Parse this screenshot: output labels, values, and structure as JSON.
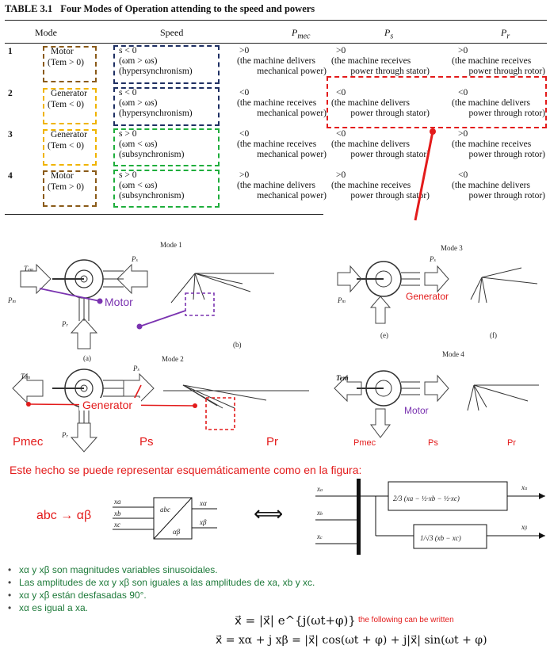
{
  "table": {
    "number": "TABLE 3.1",
    "title": "Four Modes of Operation attending to the speed and powers",
    "headers": {
      "mode": "Mode",
      "speed": "Speed",
      "pmec": "P",
      "pmec_sub": "mec",
      "ps": "P",
      "ps_sub": "s",
      "pr": "P",
      "pr_sub": "r"
    },
    "rows": [
      {
        "num": "1",
        "mode1": "Motor",
        "mode2": "(Tem > 0)",
        "sp1": "s < 0",
        "sp2": "(ωm > ωs)",
        "sp3": "(hypersynchronism)",
        "pm1": ">0",
        "pm2": "(the machine delivers",
        "pm3": "mechanical power)",
        "ps1": ">0",
        "ps2": "(the machine receives",
        "ps3": "power through stator)",
        "pr1": ">0",
        "pr2": "(the machine receives",
        "pr3": "power through rotor)"
      },
      {
        "num": "2",
        "mode1": "Generator",
        "mode2": "(Tem < 0)",
        "sp1": "s < 0",
        "sp2": "(ωm > ωs)",
        "sp3": "(hypersynchronism)",
        "pm1": "<0",
        "pm2": "(the machine receives",
        "pm3": "mechanical power)",
        "ps1": "<0",
        "ps2": "(the machine delivers",
        "ps3": "power through stator)",
        "pr1": "<0",
        "pr2": "(the machine delivers",
        "pr3": "power through rotor)"
      },
      {
        "num": "3",
        "mode1": "Generator",
        "mode2": "(Tem < 0)",
        "sp1": "s > 0",
        "sp2": "(ωm < ωs)",
        "sp3": "(subsynchronism)",
        "pm1": "<0",
        "pm2": "(the machine receives",
        "pm3": "mechanical power)",
        "ps1": "<0",
        "ps2": "(the machine delivers",
        "ps3": "power through stator)",
        "pr1": ">0",
        "pr2": "(the machine receives",
        "pr3": "power through rotor)"
      },
      {
        "num": "4",
        "mode1": "Motor",
        "mode2": "(Tem > 0)",
        "sp1": "s > 0",
        "sp2": "(ωm < ωs)",
        "sp3": "(subsynchronism)",
        "pm1": ">0",
        "pm2": "(the machine delivers",
        "pm3": "mechanical power)",
        "ps1": ">0",
        "ps2": "(the machine receives",
        "ps3": "power through stator)",
        "pr1": "<0",
        "pr2": "(the machine delivers",
        "pr3": "power through rotor)"
      }
    ]
  },
  "figures": {
    "mode1_title": "Mode 1",
    "mode2_title": "Mode 2",
    "mode3_title": "Mode 3",
    "mode4_title": "Mode 4",
    "label_a": "(a)",
    "label_b": "(b)",
    "label_e": "(e)",
    "label_f": "(f)",
    "motor": "Motor",
    "generator": "Generator",
    "tem": "Tem",
    "pmec": "Pmec",
    "ps": "Ps",
    "pr": "Pr",
    "red_color": "#e31b1b",
    "purple_color": "#7a33b0"
  },
  "bottom": {
    "heading": "Este hecho se puede representar esquemáticamente como en la figura:",
    "transform": "abc → αβ",
    "block_top": "abc",
    "block_bot": "αβ",
    "equiv": "⟺",
    "in_a": "xa",
    "in_b": "xb",
    "in_c": "xc",
    "out_a": "xα",
    "out_b": "xβ",
    "bullets": [
      "xα y xβ son magnitudes variables sinusoidales.",
      "Las amplitudes de xα y xβ son iguales a las amplitudes de xa, xb y xc.",
      "xα y xβ están desfasadas 90°.",
      "xα es igual a xa."
    ],
    "eq1": "x⃗ = |x⃗| e^{j(ωt+φ)}",
    "note": "the following can be written",
    "eq2": "x⃗ = xα + j xβ = |x⃗| cos(ωt + φ) + j|x⃗| sin(ωt + φ)"
  }
}
